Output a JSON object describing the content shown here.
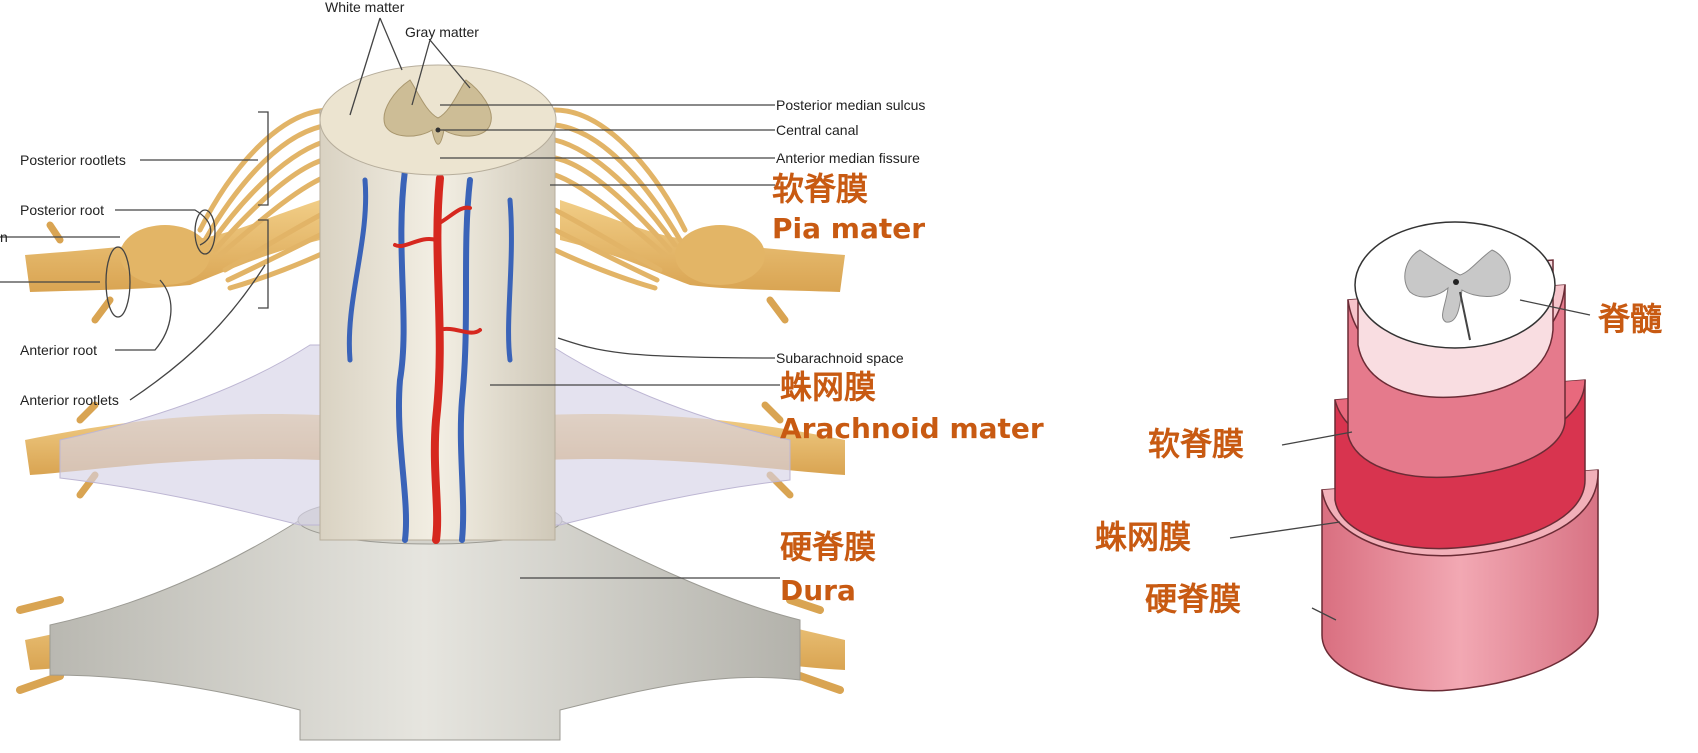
{
  "left_figure": {
    "labels": {
      "white_matter": "White matter",
      "gray_matter": "Gray matter",
      "posterior_rootlets": "Posterior rootlets",
      "posterior_root": "Posterior root",
      "anterior_root": "Anterior root",
      "anterior_rootlets": "Anterior rootlets",
      "edge_fragment": "n",
      "posterior_median_sulcus": "Posterior median sulcus",
      "central_canal": "Central canal",
      "anterior_median_fissure": "Anterior median fissure",
      "subarachnoid_space": "Subarachnoid space"
    },
    "layers": {
      "pia_cn": "软脊膜",
      "pia_en": "Pia mater",
      "arachnoid_cn": "蛛网膜",
      "arachnoid_en": "Arachnoid mater",
      "dura_cn": "硬脊膜",
      "dura_en": "Dura"
    }
  },
  "right_figure": {
    "labels": {
      "spinal_cord": "脊髓",
      "pia": "软脊膜",
      "arachnoid": "蛛网膜",
      "dura": "硬脊膜"
    }
  },
  "colors": {
    "label_orange": "#c85a12",
    "nerve": "#e8b96a",
    "artery": "#d6281f",
    "vein": "#3a63b8",
    "dura_gray": "#c9c8c2",
    "pia_pink": "#e57a8c",
    "arachnoid_red": "#d8344f",
    "dura_pink": "#eea2ad"
  }
}
